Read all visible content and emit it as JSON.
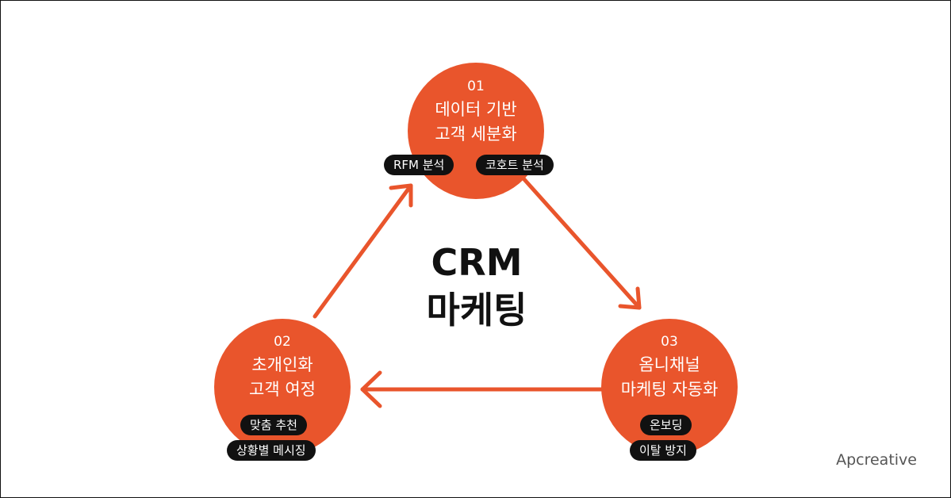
{
  "colors": {
    "accent": "#E9552C",
    "pill_bg": "#111111",
    "text": "#111111"
  },
  "center": {
    "line1": "CRM",
    "line2": "마케팅"
  },
  "nodes": [
    {
      "num": "01",
      "title_line1": "데이터 기반",
      "title_line2": "고객 세분화",
      "tags": [
        "RFM 분석",
        "코호트 분석"
      ]
    },
    {
      "num": "02",
      "title_line1": "초개인화",
      "title_line2": "고객 여정",
      "tags": [
        "맞춤 추천",
        "상황별 메시징"
      ]
    },
    {
      "num": "03",
      "title_line1": "옴니채널",
      "title_line2": "마케팅 자동화",
      "tags": [
        "온보딩",
        "이탈 방지"
      ]
    }
  ],
  "brand": "Apcreative"
}
